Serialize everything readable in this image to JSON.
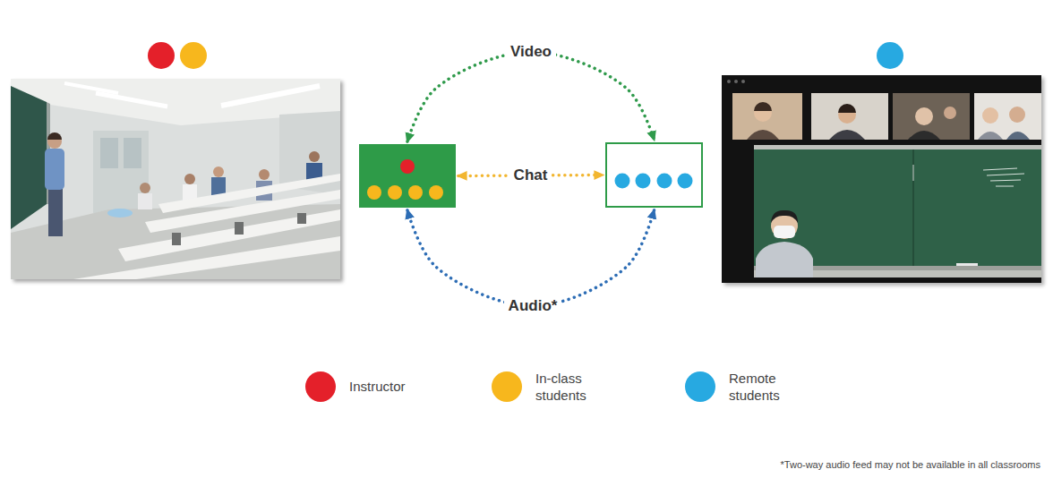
{
  "diagram": {
    "nodes": [
      {
        "text": []
      },
      {
        "text": []
      }
    ],
    "edges": [
      {
        "from": 0,
        "to": 1,
        "label": "Video",
        "arrow": "both"
      },
      {
        "from": 0,
        "to": 1,
        "label": "Chat",
        "arrow": "both"
      },
      {
        "from": 0,
        "to": 1,
        "label": "Audio*",
        "arrow": "both"
      }
    ],
    "labels": [
      "*Two-way audio feed may not be available in all classrooms"
    ],
    "legend": [
      {
        "text": "Instructor",
        "color": "#e4202a"
      },
      {
        "text": "In-class students",
        "color": "#f7b71d"
      },
      {
        "text": "Remote students",
        "color": "#27a9e1"
      }
    ]
  }
}
